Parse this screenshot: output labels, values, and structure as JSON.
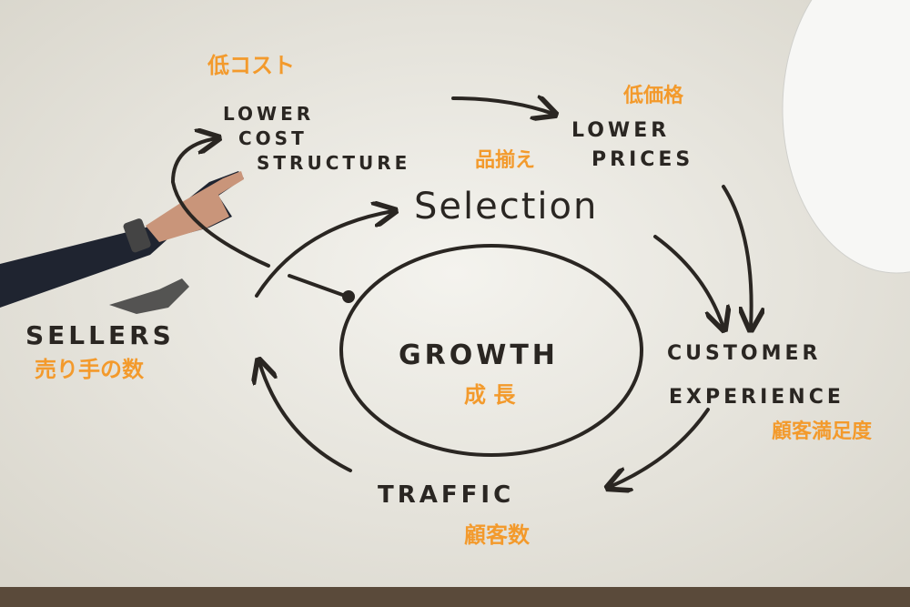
{
  "title": "Amazon flywheel",
  "nodes": {
    "lower_cost": {
      "jp": "低コスト",
      "lines": [
        "LOWER",
        "COST",
        "STRUCTURE"
      ]
    },
    "lower_prices": {
      "jp": "低価格",
      "lines": [
        "LOWER",
        "PRICES"
      ]
    },
    "selection": {
      "jp": "品揃え",
      "label": "Selection"
    },
    "customer_experience": {
      "jp": "顧客満足度",
      "lines": [
        "CUSTOMER",
        "EXPERIENCE"
      ]
    },
    "traffic": {
      "jp": "顧客数",
      "label": "TRAFFIC"
    },
    "sellers": {
      "jp": "売り手の数",
      "label": "SELLERS"
    },
    "growth": {
      "jp": "成 長",
      "label": "GROWTH"
    }
  },
  "colors": {
    "annotation": "#f39a2c",
    "ink": "#2a2622",
    "screen": "#eeece6"
  }
}
